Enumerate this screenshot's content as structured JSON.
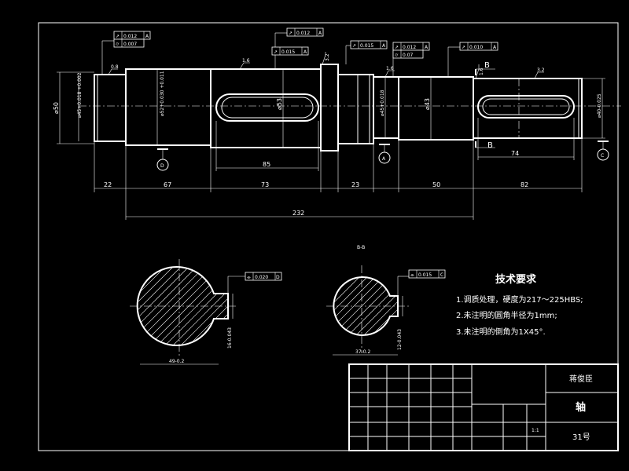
{
  "tolerances": {
    "t1": {
      "symbol": "↗",
      "value": "0.012",
      "datum": "A"
    },
    "t2": {
      "symbol": "⌭",
      "value": "0.007",
      "datum": ""
    },
    "t3": {
      "symbol": "↗",
      "value": "0.012",
      "datum": "A"
    },
    "t4": {
      "symbol": "↗",
      "value": "0.015",
      "datum": "A"
    },
    "t5": {
      "symbol": "↗",
      "value": "0.015",
      "datum": "A"
    },
    "t6": {
      "symbol": "↗",
      "value": "0.012",
      "datum": "A"
    },
    "t7": {
      "symbol": "⌭",
      "value": "0.07",
      "datum": ""
    },
    "t8": {
      "symbol": "↗",
      "value": "0.010",
      "datum": "A"
    },
    "t9": {
      "symbol": "⌯",
      "value": "0.020",
      "datum": "D"
    },
    "t10": {
      "symbol": "⌯",
      "value": "0.015",
      "datum": "C"
    }
  },
  "datums": {
    "a": "A",
    "c": "C",
    "d": "D"
  },
  "section": {
    "label_top": "B",
    "label_bottom": "B",
    "title": "B-B"
  },
  "diameters": {
    "d1": "⌀50",
    "d2": "⌀45+0.018\n+0.002",
    "d3": "⌀52+0.030\n+0.011",
    "d4": "⌀53",
    "d5": "⌀45+0.018",
    "d6": "⌀43",
    "d7": "⌀40-0.025"
  },
  "roughness": {
    "r1": "0.8",
    "r2": "1.6",
    "r3": "3.2",
    "r4": "1.6",
    "r5": "1.6",
    "r6": "3.2"
  },
  "lengths": {
    "l1": "22",
    "l2": "67",
    "l3": "73",
    "l4": "23",
    "l5": "50",
    "l6": "82",
    "total": "232",
    "key1": "85",
    "key2": "74"
  },
  "section_dims": {
    "w1": "16-0.043",
    "h1": "49-0.2",
    "w2": "12-0.043",
    "h2": "37-0.2"
  },
  "tech": {
    "title": "技术要求",
    "line1": "1.调质处理，硬度为217～225HBS;",
    "line2": "2.未注明的圆角半径为1mm;",
    "line3": "3.未注明的倒角为1X45°."
  },
  "title_block": {
    "designer": "蒋俊臣",
    "part": "轴",
    "number": "31号",
    "scale": "1:1"
  }
}
